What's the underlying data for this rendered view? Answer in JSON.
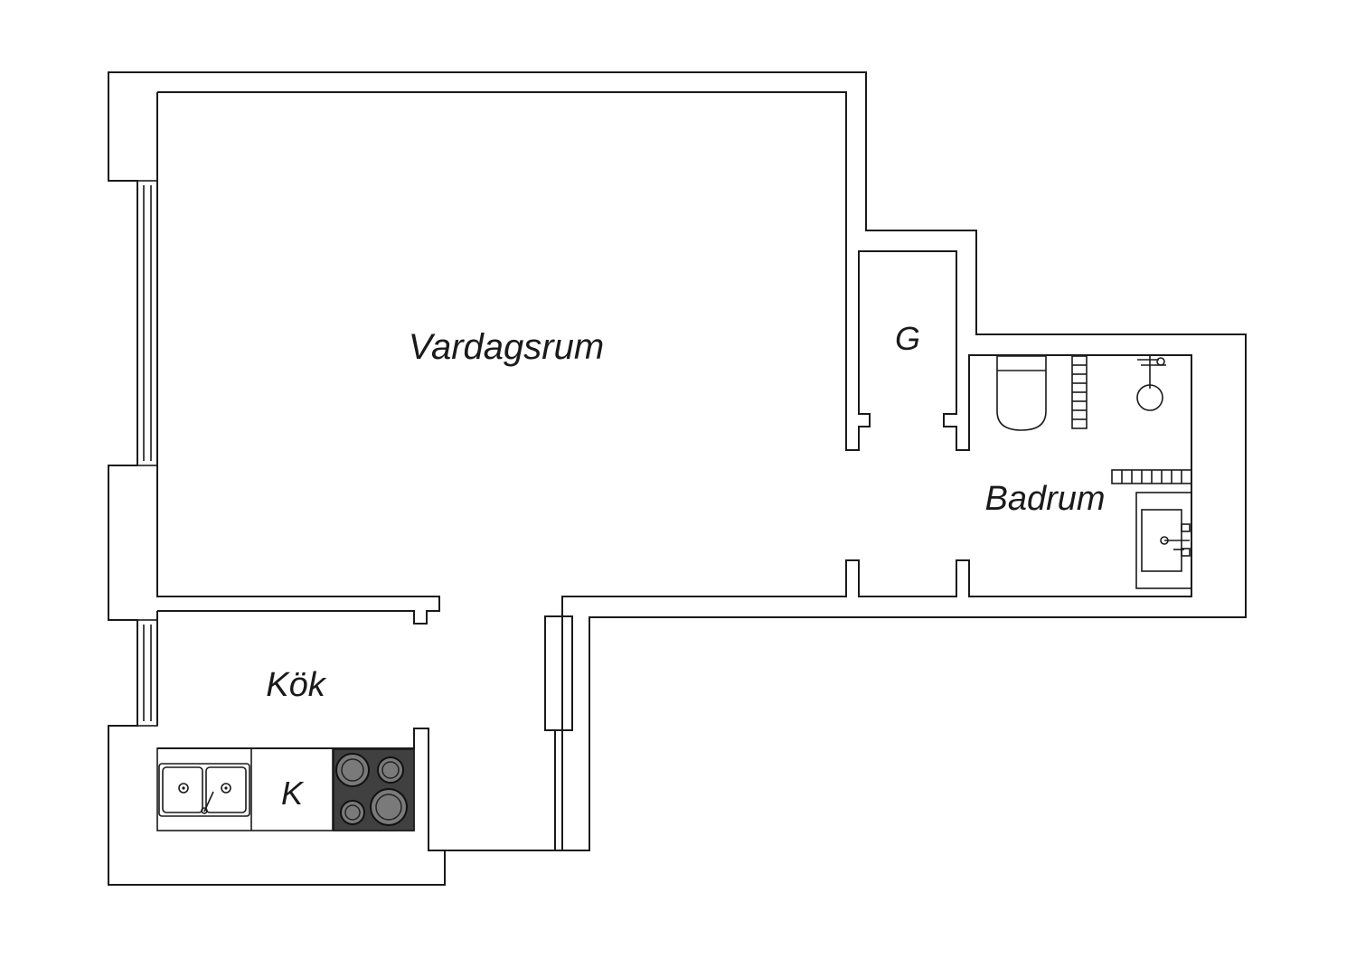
{
  "rooms": {
    "living_room": "Vardagsrum",
    "closet": "G",
    "bathroom": "Badrum",
    "kitchen": "Kök",
    "fridge": "K"
  },
  "colors": {
    "wall": "#1a1a1a",
    "background": "#ffffff",
    "stove_top": "#404040",
    "burner": "#7a7a7a"
  }
}
